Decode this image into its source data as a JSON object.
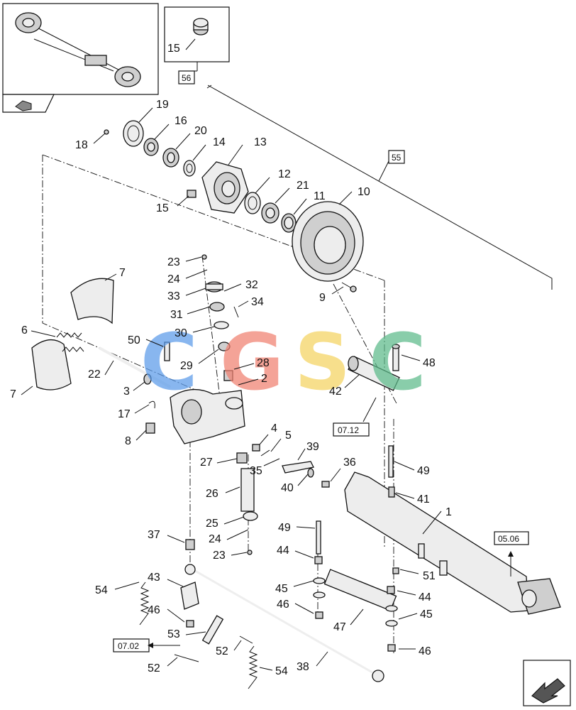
{
  "watermark": {
    "letters": [
      "C",
      "G",
      "S",
      "C"
    ],
    "colors": [
      "#5b9bea",
      "#f08070",
      "#f5d460",
      "#5cba8a"
    ]
  },
  "refs": {
    "r56": "56",
    "r55": "55",
    "r0712": "07.12",
    "r0506": "05.06",
    "r0702": "07.02"
  },
  "callouts": [
    {
      "id": "c19",
      "text": "19"
    },
    {
      "id": "c16",
      "text": "16"
    },
    {
      "id": "c18",
      "text": "18"
    },
    {
      "id": "c20",
      "text": "20"
    },
    {
      "id": "c14",
      "text": "14"
    },
    {
      "id": "c13",
      "text": "13"
    },
    {
      "id": "c12",
      "text": "12"
    },
    {
      "id": "c21",
      "text": "21"
    },
    {
      "id": "c11",
      "text": "11"
    },
    {
      "id": "c10",
      "text": "10"
    },
    {
      "id": "c15a",
      "text": "15"
    },
    {
      "id": "c15b",
      "text": "15"
    },
    {
      "id": "c9",
      "text": "9"
    },
    {
      "id": "c7a",
      "text": "7"
    },
    {
      "id": "c7b",
      "text": "7"
    },
    {
      "id": "c6",
      "text": "6"
    },
    {
      "id": "c23a",
      "text": "23"
    },
    {
      "id": "c24a",
      "text": "24"
    },
    {
      "id": "c33",
      "text": "33"
    },
    {
      "id": "c32",
      "text": "32"
    },
    {
      "id": "c34",
      "text": "34"
    },
    {
      "id": "c31",
      "text": "31"
    },
    {
      "id": "c30",
      "text": "30"
    },
    {
      "id": "c50",
      "text": "50"
    },
    {
      "id": "c29",
      "text": "29"
    },
    {
      "id": "c28",
      "text": "28"
    },
    {
      "id": "c2",
      "text": "2"
    },
    {
      "id": "c22",
      "text": "22"
    },
    {
      "id": "c3",
      "text": "3"
    },
    {
      "id": "c17",
      "text": "17"
    },
    {
      "id": "c8",
      "text": "8"
    },
    {
      "id": "c48",
      "text": "48"
    },
    {
      "id": "c42",
      "text": "42"
    },
    {
      "id": "c4",
      "text": "4"
    },
    {
      "id": "c5",
      "text": "5"
    },
    {
      "id": "c27",
      "text": "27"
    },
    {
      "id": "c35",
      "text": "35"
    },
    {
      "id": "c39",
      "text": "39"
    },
    {
      "id": "c36",
      "text": "36"
    },
    {
      "id": "c40",
      "text": "40"
    },
    {
      "id": "c49a",
      "text": "49"
    },
    {
      "id": "c41",
      "text": "41"
    },
    {
      "id": "c1",
      "text": "1"
    },
    {
      "id": "c26",
      "text": "26"
    },
    {
      "id": "c25",
      "text": "25"
    },
    {
      "id": "c24b",
      "text": "24"
    },
    {
      "id": "c23b",
      "text": "23"
    },
    {
      "id": "c37",
      "text": "37"
    },
    {
      "id": "c49b",
      "text": "49"
    },
    {
      "id": "c44a",
      "text": "44"
    },
    {
      "id": "c51",
      "text": "51"
    },
    {
      "id": "c43",
      "text": "43"
    },
    {
      "id": "c54a",
      "text": "54"
    },
    {
      "id": "c45a",
      "text": "45"
    },
    {
      "id": "c44b",
      "text": "44"
    },
    {
      "id": "c46a",
      "text": "46"
    },
    {
      "id": "c46b",
      "text": "46"
    },
    {
      "id": "c45b",
      "text": "45"
    },
    {
      "id": "c47",
      "text": "47"
    },
    {
      "id": "c53",
      "text": "53"
    },
    {
      "id": "c52a",
      "text": "52"
    },
    {
      "id": "c52b",
      "text": "52"
    },
    {
      "id": "c46c",
      "text": "46"
    },
    {
      "id": "c38",
      "text": "38"
    },
    {
      "id": "c54b",
      "text": "54"
    }
  ]
}
